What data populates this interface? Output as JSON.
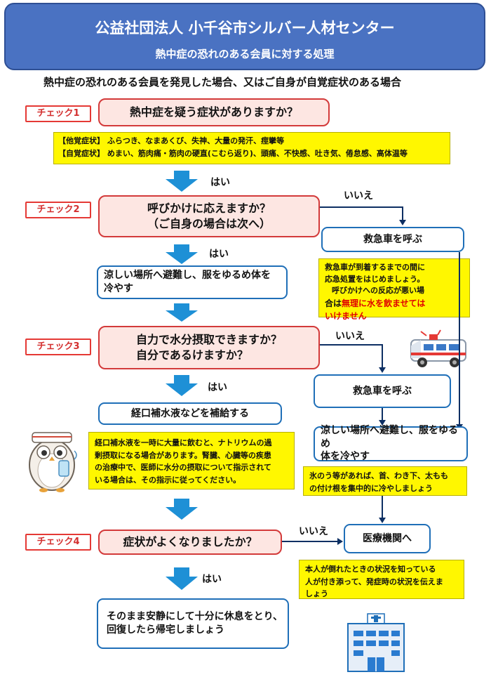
{
  "header": {
    "title": "公益社団法人 小千谷市シルバー人材センター",
    "subtitle": "熱中症の恐れのある会員に対する処理"
  },
  "intro": "熱中症の恐れのある会員を発見した場合、又はご自身が自覚症状のある場合",
  "checks": {
    "c1": "チェック1",
    "c2": "チェック2",
    "c3": "チェック3",
    "c4": "チェック4"
  },
  "questions": {
    "q1": "熱中症を疑う症状がありますか？",
    "q2_line1": "呼びかけに応えますか？",
    "q2_line2": "（ご自身の場合は次へ）",
    "q3_line1": "自力で水分摂取できますか？",
    "q3_line2": "自分であるけますか？",
    "q4": "症状がよくなりましたか？"
  },
  "symptoms": {
    "other_label": "【他覚症状】",
    "other_text": "ふらつき、なまあくび、失神、大量の発汗、痙攣等",
    "self_label": "【自覚症状】",
    "self_text": "めまい、筋肉痛・筋肉の硬直(こむら返り)、頭痛、不快感、吐き気、倦怠感、高体温等"
  },
  "labels": {
    "yes": "はい",
    "no": "いいえ"
  },
  "actions": {
    "cool_line1": "涼しい場所へ避難し、服をゆるめ体を",
    "cool_line2": "冷やす",
    "fluid": "経口補水液などを補給する",
    "ambulance1": "救急車を呼ぶ",
    "ambulance2": "救急車を呼ぶ",
    "cool2_line1": "涼しい場所へ避難し、服をゆるめ",
    "cool2_line2": "体を冷やす",
    "medical": "医療機関へ",
    "rest_line1": "そのまま安静にして十分に休息をとり、",
    "rest_line2": "回復したら帰宅しましょう"
  },
  "notes": {
    "ambulance_a": "救急車が到着するまでの間に",
    "ambulance_b": "応急処置をはじめましょう。",
    "ambulance_c": "呼びかけへの反応が悪い場",
    "ambulance_d": "合は",
    "ambulance_red1": "無理に水を飲ませては",
    "ambulance_red2": "いけません",
    "fluid_1": "経口補水液を一時に大量に飲むと、ナトリウムの過",
    "fluid_2": "剰摂取になる場合があります。腎臓、心臓等の疾患",
    "fluid_3": "の治療中で、医師に水分の摂取について指示されて",
    "fluid_4": "いる場合は、その指示に従ってください。",
    "ice_1": "氷のう等があれば、首、わき下、太もも",
    "ice_2": "の付け根を集中的に冷やしましょう",
    "medical_1": "本人が倒れたときの状況を知っている",
    "medical_2": "人が付き添って、発症時の状況を伝えま",
    "medical_3": "しょう"
  },
  "colors": {
    "header_bg": "#4a72c2",
    "question_border": "#d33a3a",
    "question_fill": "#fde6e2",
    "action_border": "#1f6fb8",
    "note_fill": "#fff700",
    "arrow": "#1e90d6"
  },
  "icons": [
    "owl-mascot-icon",
    "ambulance-icon",
    "hospital-icon"
  ]
}
